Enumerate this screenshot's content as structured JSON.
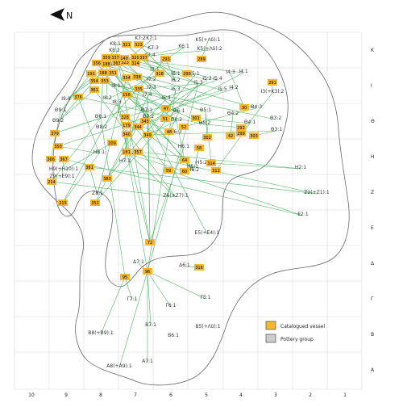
{
  "north_label": "N",
  "grid": {
    "col_labels": [
      "10",
      "9",
      "8",
      "7",
      "6",
      "5",
      "4",
      "3",
      "2",
      "1"
    ],
    "row_labels": [
      "K",
      "I",
      "Θ",
      "H",
      "Z",
      "E",
      "Δ",
      "Γ",
      "B",
      "A"
    ]
  },
  "legend": {
    "catalogued": "Catalogued vessel",
    "group": "Pottery group",
    "catalogued_color": "#f5b731",
    "group_color": "#cccccc",
    "link_color": "#33a84a"
  },
  "vessels": [
    {
      "label": "321"
    },
    {
      "label": "323"
    },
    {
      "label": "359"
    },
    {
      "label": "337"
    },
    {
      "label": "329"
    },
    {
      "label": "337"
    },
    {
      "label": "356"
    },
    {
      "label": "188"
    },
    {
      "label": "363"
    },
    {
      "label": "323"
    },
    {
      "label": "324"
    },
    {
      "label": "140"
    },
    {
      "label": "335"
    },
    {
      "label": "191"
    },
    {
      "label": "188"
    },
    {
      "label": "354"
    },
    {
      "label": "353"
    },
    {
      "label": "351"
    },
    {
      "label": "361"
    },
    {
      "label": "334"
    },
    {
      "label": "338"
    },
    {
      "label": "376"
    },
    {
      "label": "335"
    },
    {
      "label": "158"
    },
    {
      "label": "328"
    },
    {
      "label": "179"
    },
    {
      "label": "344"
    },
    {
      "label": "340"
    },
    {
      "label": "345"
    },
    {
      "label": "209"
    },
    {
      "label": "349"
    },
    {
      "label": "379"
    },
    {
      "label": "350"
    },
    {
      "label": "367"
    },
    {
      "label": "366"
    },
    {
      "label": "214"
    },
    {
      "label": "381"
    },
    {
      "label": "383"
    },
    {
      "label": "352"
    },
    {
      "label": "215"
    },
    {
      "label": "181"
    },
    {
      "label": "357"
    },
    {
      "label": "59"
    },
    {
      "label": "64"
    },
    {
      "label": "60"
    },
    {
      "label": "314"
    },
    {
      "label": "312"
    },
    {
      "label": "58"
    },
    {
      "label": "302"
    },
    {
      "label": "48"
    },
    {
      "label": "52"
    },
    {
      "label": "51"
    },
    {
      "label": "47"
    },
    {
      "label": "301"
    },
    {
      "label": "42"
    },
    {
      "label": "299"
    },
    {
      "label": "303"
    },
    {
      "label": "292"
    },
    {
      "label": "30"
    },
    {
      "label": "291"
    },
    {
      "label": "290"
    },
    {
      "label": "289"
    },
    {
      "label": "293"
    },
    {
      "label": "318"
    },
    {
      "label": "72"
    },
    {
      "label": "96"
    },
    {
      "label": "95"
    },
    {
      "label": "316"
    }
  ],
  "groups": [
    {
      "label": "K8:1"
    },
    {
      "label": "K7:2"
    },
    {
      "label": "K7:1"
    },
    {
      "label": "K8:2"
    },
    {
      "label": "K7:3"
    },
    {
      "label": "K8:3"
    },
    {
      "label": "K7:4"
    },
    {
      "label": "K6:1"
    },
    {
      "label": "K5(+Λδ):1"
    },
    {
      "label": "K5(+Λδ):2"
    },
    {
      "label": "I8:1"
    },
    {
      "label": "I7:1"
    },
    {
      "label": "I8:2"
    },
    {
      "label": "I8:3"
    },
    {
      "label": "I7:2"
    },
    {
      "label": "I7:3"
    },
    {
      "label": "I7:4"
    },
    {
      "label": "I9:1"
    },
    {
      "label": "I6:1"
    },
    {
      "label": "I6:2"
    },
    {
      "label": "I6:3"
    },
    {
      "label": "I6:4"
    },
    {
      "label": "I5:1"
    },
    {
      "label": "I5:2"
    },
    {
      "label": "I5:3"
    },
    {
      "label": "I5:4"
    },
    {
      "label": "I5:5"
    },
    {
      "label": "I4:1"
    },
    {
      "label": "I4:2"
    },
    {
      "label": "I4:3"
    },
    {
      "label": "I3(+K3):2"
    },
    {
      "label": "Θ9:1"
    },
    {
      "label": "Θ9:2"
    },
    {
      "label": "Θ8:1"
    },
    {
      "label": "Θ8:2"
    },
    {
      "label": "Θ7:1"
    },
    {
      "label": "Θ7:2"
    },
    {
      "label": "Θ6:1"
    },
    {
      "label": "Θ6:2"
    },
    {
      "label": "Θ6:3"
    },
    {
      "label": "Θ5:1"
    },
    {
      "label": "Θ5:2"
    },
    {
      "label": "Θ4:1"
    },
    {
      "label": "Θ4:2"
    },
    {
      "label": "Θ4:3"
    },
    {
      "label": "Θ3:1"
    },
    {
      "label": "Θ3:2"
    },
    {
      "label": "H8:1"
    },
    {
      "label": "H7:1"
    },
    {
      "label": "H7:2"
    },
    {
      "label": "H6:1"
    },
    {
      "label": "H6:2"
    },
    {
      "label": "H5:1"
    },
    {
      "label": "H5:2"
    },
    {
      "label": "H2:1"
    },
    {
      "label": "H9(+H10):1"
    },
    {
      "label": "Z9(+E9):1"
    },
    {
      "label": "Z8:1"
    },
    {
      "label": "Z6(+Z7):1"
    },
    {
      "label": "Z2(+Z1):1"
    },
    {
      "label": "E2:1"
    },
    {
      "label": "E5(+E4):1"
    },
    {
      "label": "Δ7:1"
    },
    {
      "label": "Δ6:1"
    },
    {
      "label": "Γ7:1"
    },
    {
      "label": "Γ6:1"
    },
    {
      "label": "Γ5:1"
    },
    {
      "label": "B8(+B9):1"
    },
    {
      "label": "B7:1"
    },
    {
      "label": "B6:1"
    },
    {
      "label": "B5(+Λδ):1"
    },
    {
      "label": "A8(+A9):1"
    },
    {
      "label": "A7:1"
    }
  ]
}
